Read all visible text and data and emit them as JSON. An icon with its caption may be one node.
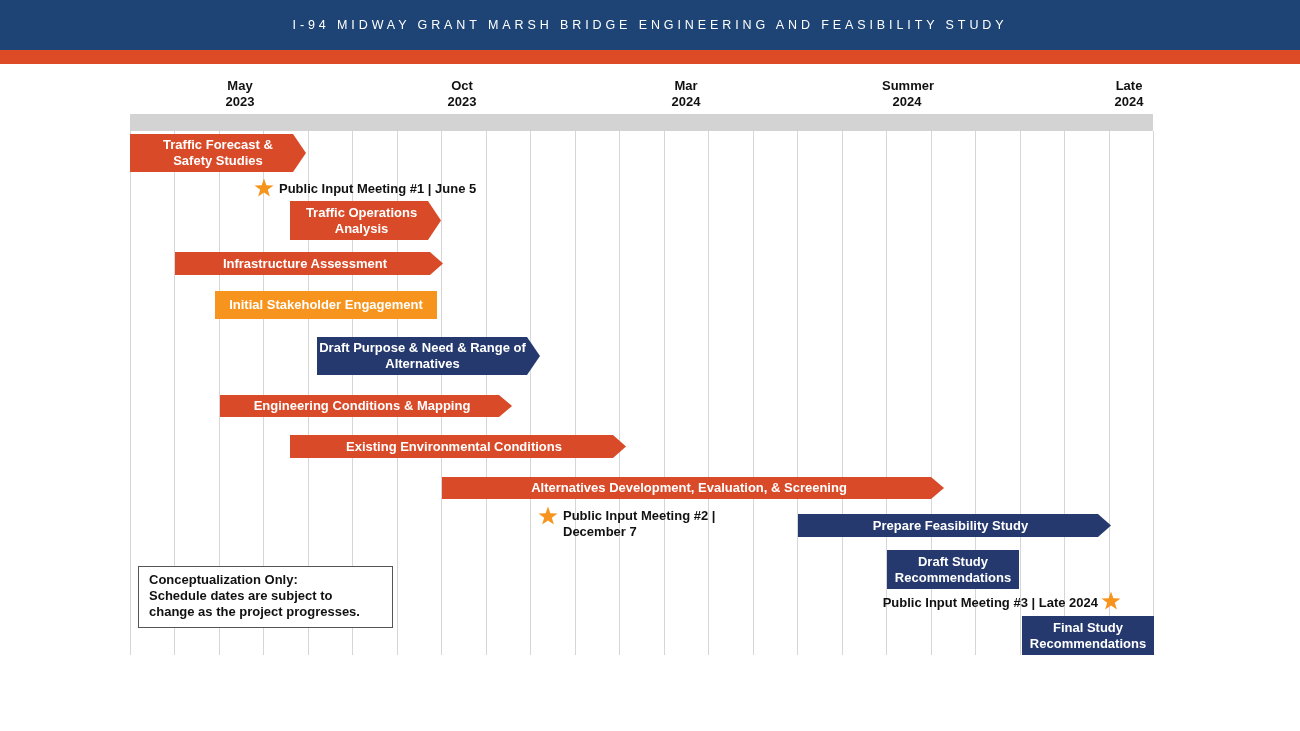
{
  "diagram": {
    "title": "I-94 MIDWAY GRANT MARSH BRIDGE ENGINEERING AND FEASIBILITY STUDY",
    "nodes": [
      {
        "text": [
          "Traffic Forecast & Safety Studies"
        ]
      },
      {
        "text": [],
        "shape": "star",
        "beside": [
          "Public Input Meeting #1 | June 5"
        ]
      },
      {
        "text": [
          "Traffic Operations Analysis"
        ]
      },
      {
        "text": [
          "Infrastructure Assessment"
        ]
      },
      {
        "text": [
          "Initial Stakeholder Engagement"
        ]
      },
      {
        "text": [
          "Draft Purpose & Need & Range of Alternatives"
        ]
      },
      {
        "text": [
          "Engineering Conditions & Mapping"
        ]
      },
      {
        "text": [
          "Existing Environmental Conditions"
        ]
      },
      {
        "text": [
          "Alternatives Development, Evaluation, & Screening"
        ]
      },
      {
        "text": [],
        "shape": "star",
        "beside": [
          "Public Input Meeting #2 | December 7"
        ]
      },
      {
        "text": [
          "Prepare Feasibility Study"
        ]
      },
      {
        "text": [
          "Draft Study Recommendations"
        ]
      },
      {
        "text": [
          "Conceptualization Only:",
          "Schedule dates are subject to change as the project progresses."
        ]
      },
      {
        "text": [],
        "shape": "star",
        "beside": [
          "Public Input Meeting #3 | Late 2024"
        ]
      },
      {
        "text": [
          "Final Study Recommendations"
        ]
      }
    ],
    "edges": [],
    "labels": [
      "May 2023",
      "Oct 2023",
      "Mar 2024",
      "Summer 2024",
      "Late 2024"
    ]
  }
}
